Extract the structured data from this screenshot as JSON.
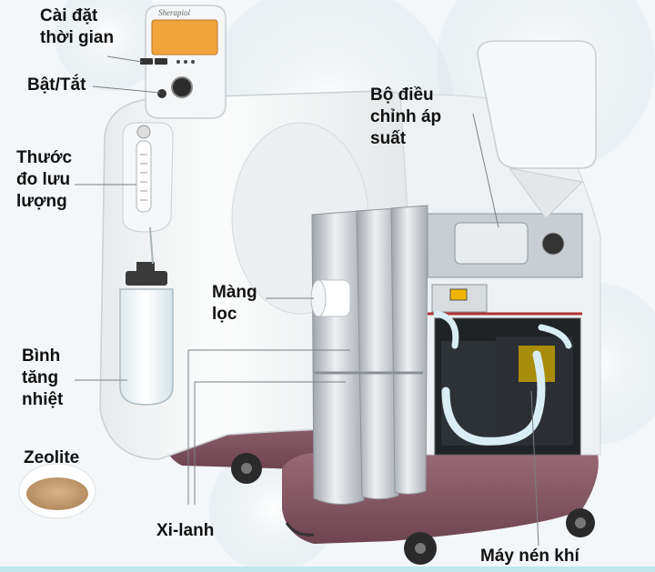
{
  "brand": "Sherapiol",
  "labels": {
    "time_setting": "Cài đặt\nthời gian",
    "power": "Bật/Tắt",
    "flowmeter": "Thước\nđo lưu\nlượng",
    "humidifier": "Bình\ntăng\nnhiệt",
    "zeolite": "Zeolite",
    "pressure_regulator": "Bộ điều\nchỉnh áp\nsuất",
    "filter": "Màng\nlọc",
    "cylinder": "Xi-lanh",
    "compressor": "Máy nén khí"
  },
  "colors": {
    "body": "#f7f8f8",
    "base": "#8a5a66",
    "display": "#f2a43c",
    "cylinder": "#c9ccd1",
    "tube": "#d8eef4"
  }
}
